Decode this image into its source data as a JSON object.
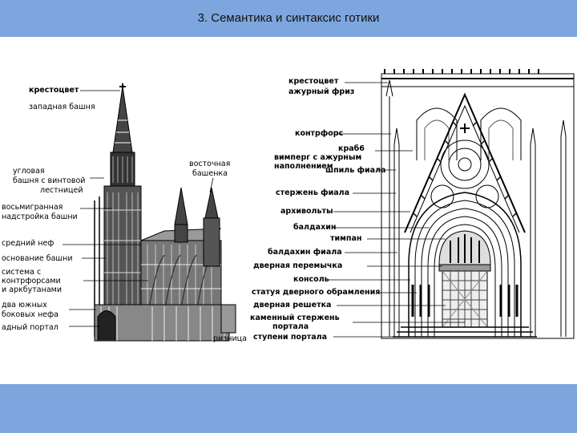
{
  "slide": {
    "title": "3. Семантика и синтаксис готики"
  },
  "left_labels": {
    "krestotsvet": "крестоцвет",
    "zapadnaya_bashnya": "западная башня",
    "uglovaya_1": "угловая",
    "uglovaya_2": "башня с винтовой",
    "uglovaya_3": "лестницей",
    "vosmigrannaya_1": "восьмигранная",
    "vosmigrannaya_2": "надстройка башни",
    "sredniy_nef": "средний неф",
    "osnovanie": "основание башни",
    "sistema_1": "система с",
    "sistema_2": "контрфорсами",
    "sistema_3": "и аркбутанами",
    "dva_1": "два южных",
    "dva_2": "боковых нефа",
    "portal": "адный портал",
    "vostochnaya_1": "восточная",
    "vostochnaya_2": "башенка",
    "riznitsa": "ризница"
  },
  "right_labels": {
    "krestotsvet": "крестоцвет",
    "azhurny_friz": "ажурный  фриз",
    "kontrfors": "контрфорс",
    "krabb": "краб6",
    "vimperg_1": "вимперг с ажурным",
    "vimperg_2": "наполнением",
    "shpil": "шпиль фиала",
    "sterzhen": "стержень фиала",
    "arkhivolty": "архивольты",
    "baldakhin": "балдахин",
    "timpan": "тимпан",
    "baldakhin_fiala": "балдахин фиала",
    "dvernaya_peremychka": "дверная перемычка",
    "konsol": "консоль",
    "statuya": "статуя дверного обрамления",
    "dvernaya_reshetka": "дверная решетка",
    "kamenny_1": "каменный стержень",
    "kamenny_2": "портала",
    "stupeni": "ступени портала"
  },
  "colors": {
    "bar": "#7ea6de",
    "ink": "#000000"
  }
}
